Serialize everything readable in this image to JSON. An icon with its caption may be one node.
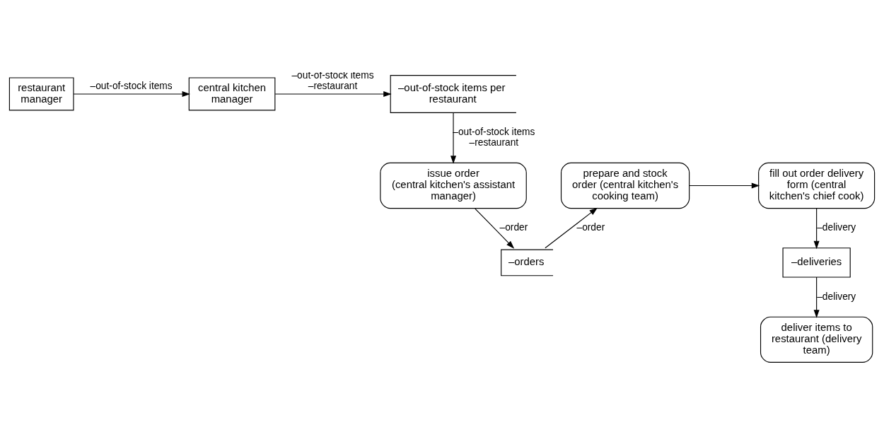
{
  "diagram": {
    "nodes": [
      {
        "text": [
          "restaurant manager"
        ]
      },
      {
        "text": [
          "central kitchen manager"
        ]
      },
      {
        "text": [
          "–out-of-stock items per restaurant"
        ]
      },
      {
        "text": [
          "issue order (central kitchen's assistant manager)"
        ]
      },
      {
        "text": [
          "–orders"
        ]
      },
      {
        "text": [
          "prepare and stock order (central kitchen's cooking team)"
        ]
      },
      {
        "text": [
          "fill out order delivery form (central kitchen's chief cook)"
        ]
      },
      {
        "text": [
          "–deliveries"
        ]
      },
      {
        "text": [
          "deliver items to restaurant (delivery team)"
        ]
      }
    ],
    "edges": [
      {
        "from": 0,
        "to": 1,
        "arrow": "to",
        "label": "–out-of-stock items"
      },
      {
        "from": 1,
        "to": 2,
        "arrow": "to",
        "label": "–out-of-stock items –restaurant"
      },
      {
        "from": 2,
        "to": 3,
        "arrow": "to",
        "label": "–out-of-stock items –restaurant"
      },
      {
        "from": 3,
        "to": 4,
        "arrow": "to",
        "label": "–order"
      },
      {
        "from": 4,
        "to": 5,
        "arrow": "to",
        "label": "–order"
      },
      {
        "from": 5,
        "to": 6,
        "arrow": "to"
      },
      {
        "from": 6,
        "to": 7,
        "arrow": "to",
        "label": "–delivery"
      },
      {
        "from": 7,
        "to": 8,
        "arrow": "to",
        "label": "–delivery"
      }
    ]
  }
}
